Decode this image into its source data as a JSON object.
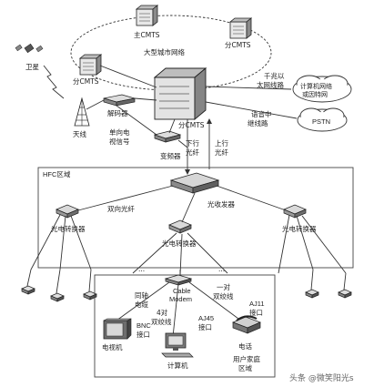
{
  "labels": {
    "main_cmts": "主CMTS",
    "branch_cmts_top_right": "分CMTS",
    "branch_cmts_left": "分CMTS",
    "metro_network": "大型城市网络",
    "satellite": "卫星",
    "antenna": "天线",
    "decoder": "解码器",
    "unidirectional_tv": "单向电\n视信号",
    "modulator": "变频器",
    "branch_cmts_center": "分CMTS",
    "gigabit_ethernet": "千兆以\n太网线路",
    "computer_network": "计算机网络\n或因特网",
    "voice_trunk": "语音中\n继线路",
    "pstn": "PSTN",
    "downlink_fiber": "下行\n光纤",
    "uplink_fiber": "上行\n光纤",
    "hfc_area": "HFC区域",
    "optical_transceiver": "光收发器",
    "bidirectional_fiber": "双向光纤",
    "oe_converter_left": "光电转换器",
    "oe_converter_right": "光电转换器",
    "oe_converter_center": "光电转换器",
    "ellipsis_left": "...",
    "ellipsis_right": "...",
    "coax_cable": "同轴\n电缆",
    "cable_modem": "Cable\nModem",
    "twisted_pair_one": "一对\n双绞线",
    "twisted_pair_four": "4对\n双绞线",
    "bnc_port": "BNC\n接口",
    "rj45_port": "AJ45\n接口",
    "rj11_port": "AJ11\n接口",
    "tv": "电视机",
    "computer": "计算机",
    "phone": "电话",
    "home_area": "用户家庭\n区域"
  },
  "watermark": "头条 @微笑阳光s"
}
